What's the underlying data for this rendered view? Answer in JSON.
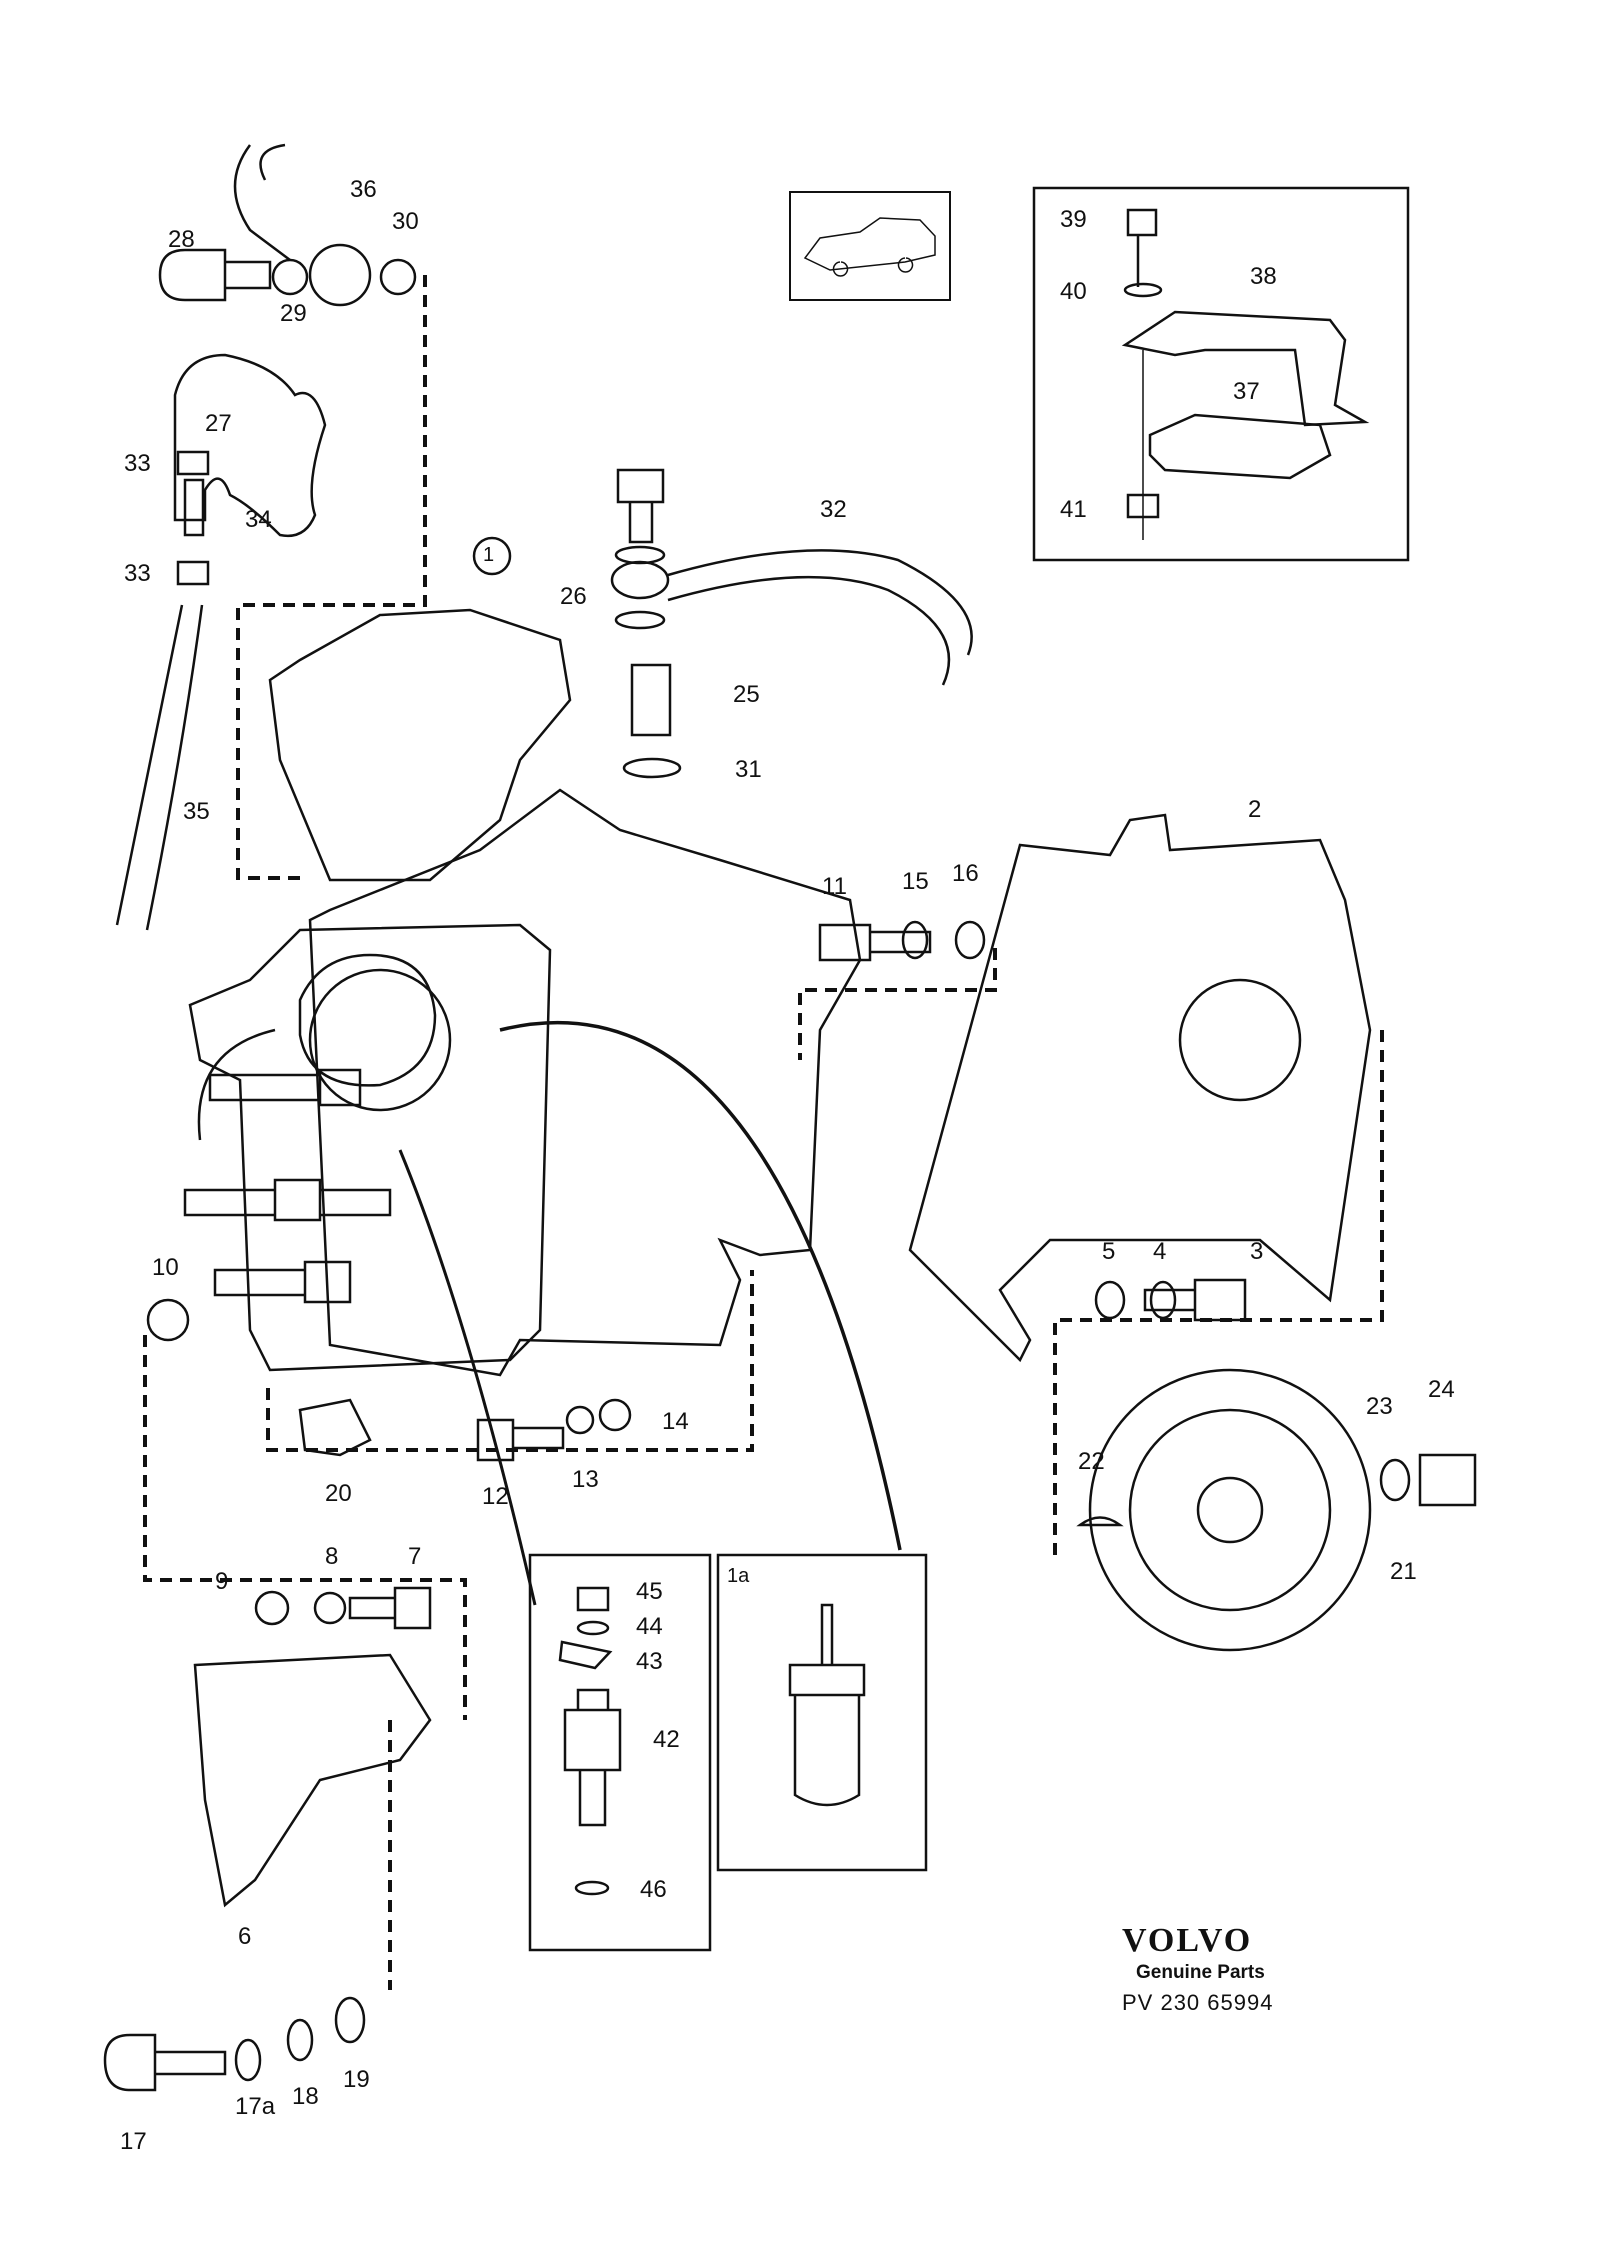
{
  "diagram": {
    "callouts": [
      {
        "id": "1",
        "label": "1"
      },
      {
        "id": "1a",
        "label": "1a"
      },
      {
        "id": "2",
        "label": "2"
      },
      {
        "id": "3",
        "label": "3"
      },
      {
        "id": "4",
        "label": "4"
      },
      {
        "id": "5",
        "label": "5"
      },
      {
        "id": "6",
        "label": "6"
      },
      {
        "id": "7",
        "label": "7"
      },
      {
        "id": "8",
        "label": "8"
      },
      {
        "id": "9",
        "label": "9"
      },
      {
        "id": "10",
        "label": "10"
      },
      {
        "id": "11",
        "label": "11"
      },
      {
        "id": "12",
        "label": "12"
      },
      {
        "id": "13",
        "label": "13"
      },
      {
        "id": "14",
        "label": "14"
      },
      {
        "id": "15",
        "label": "15"
      },
      {
        "id": "16",
        "label": "16"
      },
      {
        "id": "17",
        "label": "17"
      },
      {
        "id": "17a",
        "label": "17a"
      },
      {
        "id": "18",
        "label": "18"
      },
      {
        "id": "19",
        "label": "19"
      },
      {
        "id": "20",
        "label": "20"
      },
      {
        "id": "21",
        "label": "21"
      },
      {
        "id": "22",
        "label": "22"
      },
      {
        "id": "23",
        "label": "23"
      },
      {
        "id": "24",
        "label": "24"
      },
      {
        "id": "25",
        "label": "25"
      },
      {
        "id": "26",
        "label": "26"
      },
      {
        "id": "27",
        "label": "27"
      },
      {
        "id": "28",
        "label": "28"
      },
      {
        "id": "29",
        "label": "29"
      },
      {
        "id": "30",
        "label": "30"
      },
      {
        "id": "31",
        "label": "31"
      },
      {
        "id": "32",
        "label": "32"
      },
      {
        "id": "33a",
        "label": "33"
      },
      {
        "id": "33b",
        "label": "33"
      },
      {
        "id": "34",
        "label": "34"
      },
      {
        "id": "35",
        "label": "35"
      },
      {
        "id": "36",
        "label": "36"
      },
      {
        "id": "37",
        "label": "37"
      },
      {
        "id": "38",
        "label": "38"
      },
      {
        "id": "39",
        "label": "39"
      },
      {
        "id": "40",
        "label": "40"
      },
      {
        "id": "41",
        "label": "41"
      },
      {
        "id": "42",
        "label": "42"
      },
      {
        "id": "43",
        "label": "43"
      },
      {
        "id": "44",
        "label": "44"
      },
      {
        "id": "45",
        "label": "45"
      },
      {
        "id": "46",
        "label": "46"
      }
    ]
  },
  "footer": {
    "brand": "VOLVO",
    "brand_sub": "Genuine Parts",
    "part_number": "PV 230 65994"
  },
  "colors": {
    "ink": "#111111",
    "paper": "#ffffff"
  }
}
